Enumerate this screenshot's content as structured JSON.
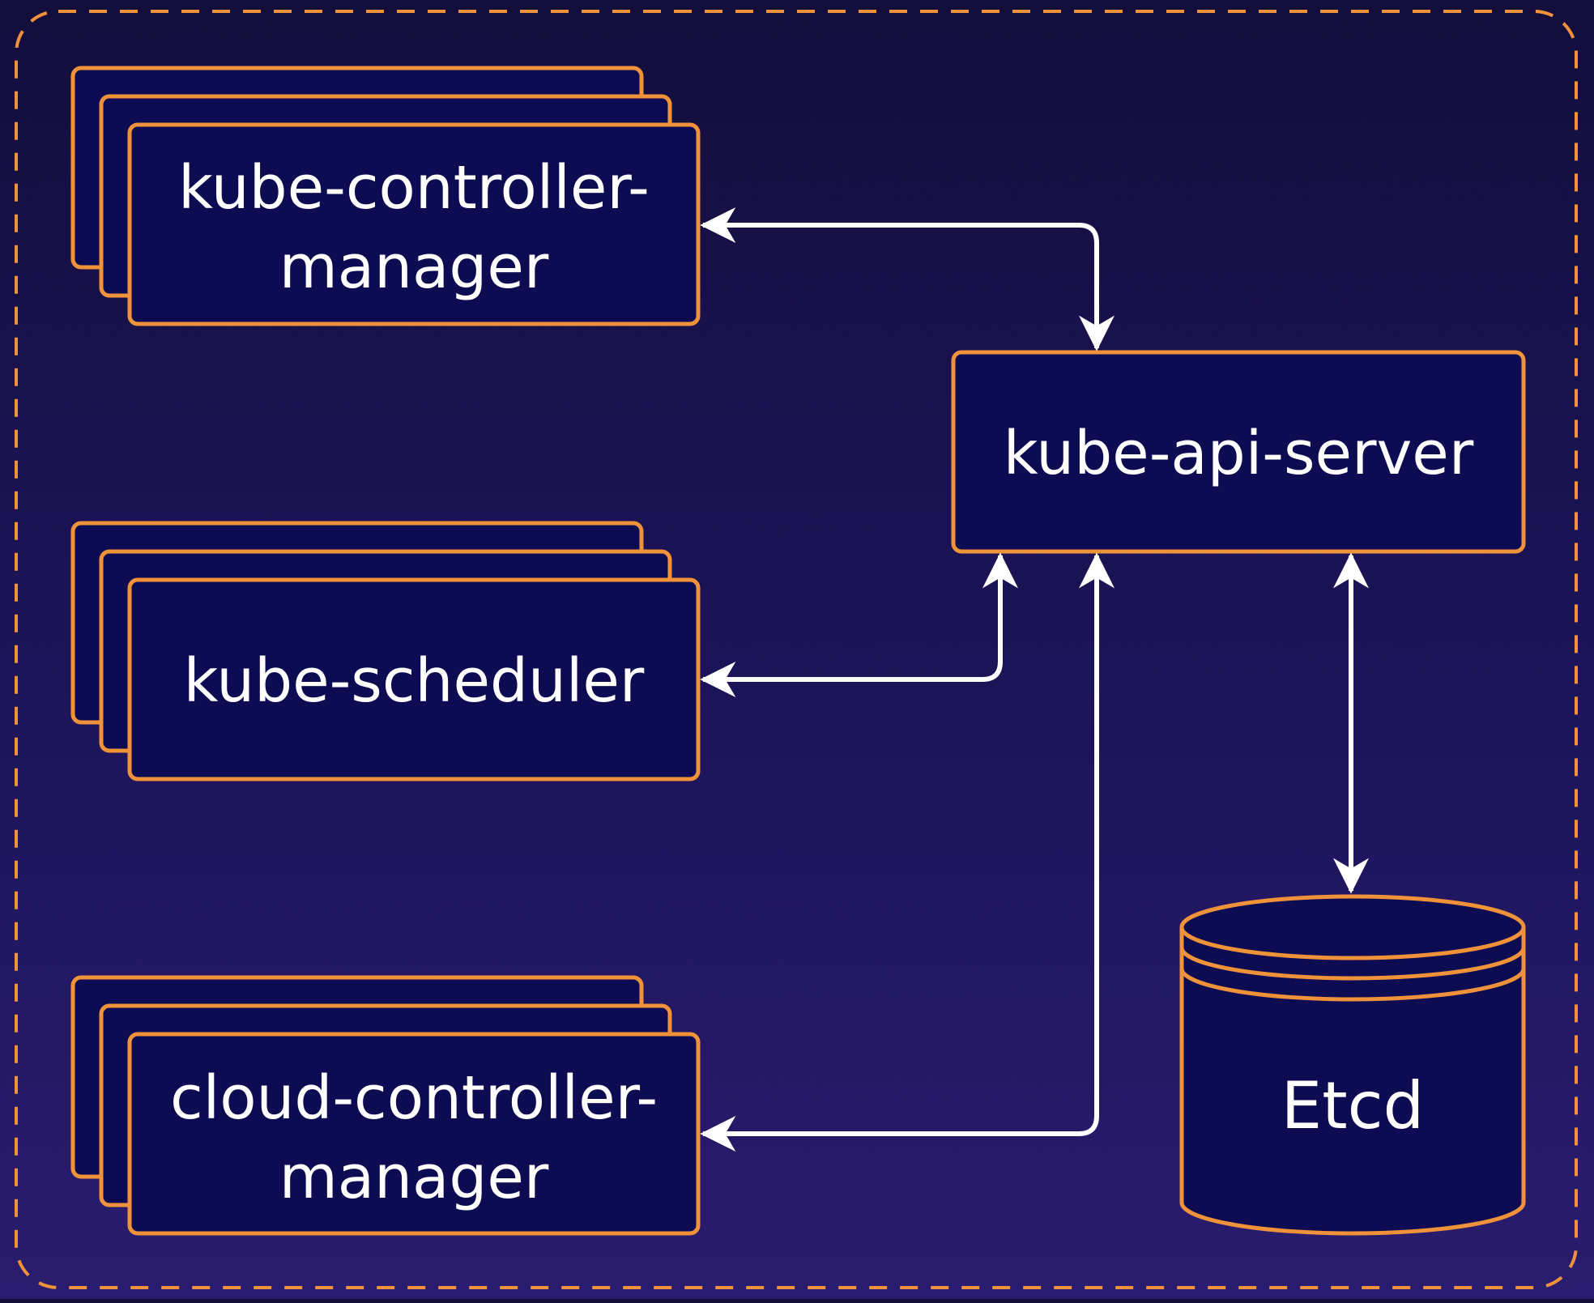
{
  "diagram": {
    "nodes": {
      "kube_controller_manager": {
        "line1": "kube-controller-",
        "line2": "manager"
      },
      "kube_scheduler": {
        "label": "kube-scheduler"
      },
      "cloud_controller_manager": {
        "line1": "cloud-controller-",
        "line2": "manager"
      },
      "kube_api_server": {
        "label": "kube-api-server"
      },
      "etcd": {
        "label": "Etcd"
      }
    }
  },
  "colors": {
    "background_top": "#130e3c",
    "background_bottom": "#2a1c6e",
    "box_fill": "#0d0c52",
    "box_border": "#f0923a",
    "arrow": "#ffffff",
    "text": "#ffffff"
  }
}
